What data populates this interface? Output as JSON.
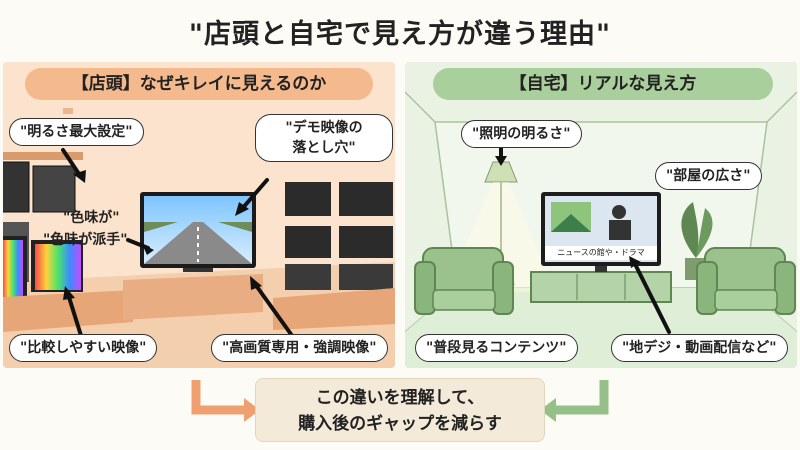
{
  "title": "\"店頭と自宅で見え方が違う理由\"",
  "store": {
    "header": "【店頭】なぜキレイに見えるのか",
    "callouts": {
      "brightness": "\"明るさ最大設定\"",
      "demo_pitfall_line1": "\"デモ映像の",
      "demo_pitfall_line2": "落とし穴\"",
      "color_tone": "\"色味が\"",
      "color_flashy": "\"色味が派手\"",
      "comparison": "\"比較しやすい映像\"",
      "high_quality": "\"高画質専用・強調映像\""
    }
  },
  "home": {
    "header": "【自宅】リアルな見え方",
    "callouts": {
      "lighting": "\"照明の明るさ\"",
      "room_size": "\"部屋の広さ\"",
      "regular_content": "\"普段見るコンテンツ\"",
      "broadcast": "\"地デジ・動画配信など\""
    },
    "tv_caption": "ニュースの館や・ドラマ"
  },
  "conclusion": {
    "line1": "この違いを理解して、",
    "line2": "購入後のギャップを減らす"
  },
  "colors": {
    "store_bg": "#fbe6d4",
    "store_accent": "#f5b98e",
    "home_bg": "#e7f1e1",
    "home_accent": "#a9cf9c",
    "arrow_orange": "#f0a070",
    "arrow_green": "#95c188"
  }
}
